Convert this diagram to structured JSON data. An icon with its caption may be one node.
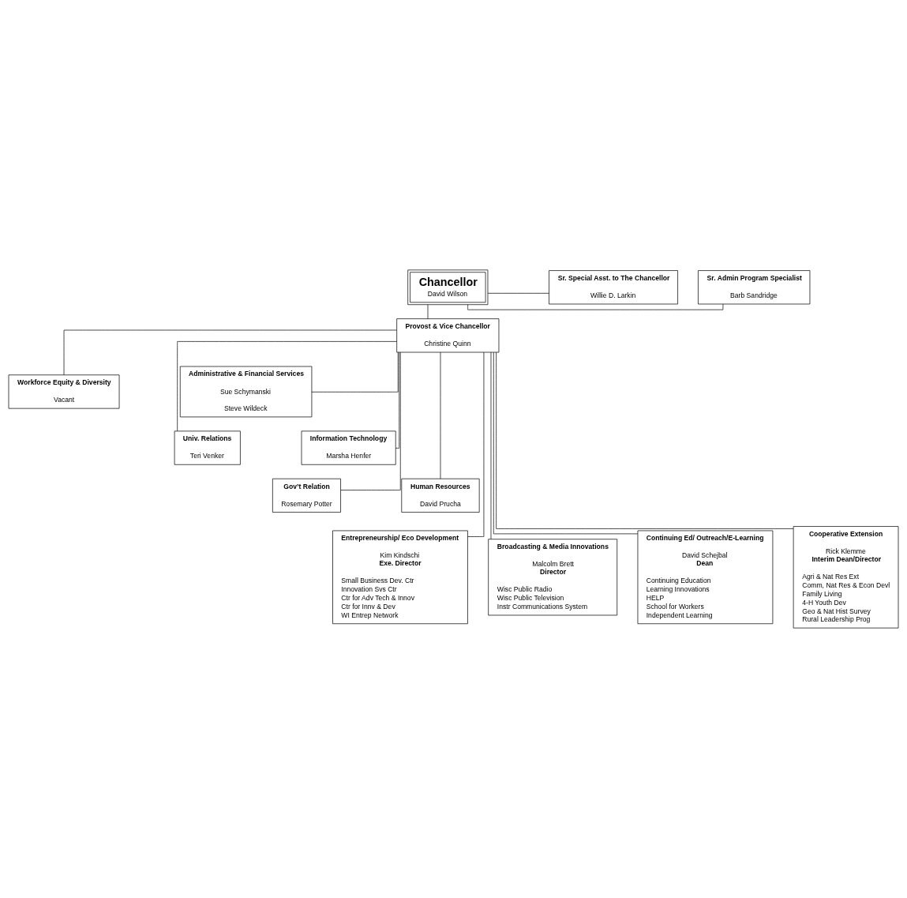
{
  "diagram": {
    "nodes": [
      {
        "text": [
          "Chancellor",
          "David Wilson"
        ]
      },
      {
        "text": [
          "Sr. Admin Program Specialist",
          "Barb Sandridge"
        ]
      },
      {
        "text": [
          "Sr. Special Asst. to The Chancellor",
          "Willie D. Larkin"
        ]
      },
      {
        "text": [
          "Provost & Vice Chancellor",
          "Christine Quinn"
        ]
      },
      {
        "text": [
          "Workforce Equity & Diversity",
          "Vacant"
        ]
      },
      {
        "text": [
          "Administrative & Financial Services",
          "Sue Schymanski",
          "Steve Wildeck"
        ]
      },
      {
        "text": [
          "Univ. Relations",
          "Teri Venker"
        ]
      },
      {
        "text": [
          "Information Technology",
          "Marsha Henfer"
        ]
      },
      {
        "text": [
          "Gov’t Relation",
          "Rosemary Potter"
        ]
      },
      {
        "text": [
          "Human Resources",
          "David Prucha"
        ]
      },
      {
        "text": [
          "Entrepreneurship/ Eco Development",
          "Kim Kindschi",
          "Exe. Director",
          "Small Business Dev. Ctr",
          "Innovation Svs Ctr",
          "Ctr for Adv Tech & Innov",
          "Ctr for Innv & Dev",
          "WI Entrep Network"
        ]
      },
      {
        "text": [
          "Broadcasting & Media Innovations",
          "Malcolm Brett",
          "Director",
          "Wisc Public Radio",
          "Wisc Public Television",
          "Instr Communications System"
        ]
      },
      {
        "text": [
          "Continuing Ed/ Outreach/E-Learning",
          "David Schejbal",
          "Dean",
          "Continuing Education",
          "Learning Innovations",
          "HELP",
          "School for Workers",
          "Independent Learning"
        ]
      },
      {
        "text": [
          "Cooperative Extension",
          "Rick Klemme",
          "Interim Dean/Director",
          "Agri & Nat Res Ext",
          "Comm, Nat Res & Econ Devl",
          "Family Living",
          "4-H Youth Dev",
          "Geo & Nat Hist Survey",
          "Rural Leadership Prog"
        ]
      }
    ],
    "edges": [
      {
        "from": 0,
        "to": 1,
        "arrow": "none"
      },
      {
        "from": 0,
        "to": 2,
        "arrow": "none"
      },
      {
        "from": 0,
        "to": 3,
        "arrow": "none"
      },
      {
        "from": 3,
        "to": 4,
        "arrow": "none"
      },
      {
        "from": 3,
        "to": 5,
        "arrow": "none"
      },
      {
        "from": 3,
        "to": 6,
        "arrow": "none"
      },
      {
        "from": 3,
        "to": 7,
        "arrow": "none"
      },
      {
        "from": 3,
        "to": 8,
        "arrow": "none"
      },
      {
        "from": 3,
        "to": 9,
        "arrow": "none"
      },
      {
        "from": 3,
        "to": 10,
        "arrow": "none"
      },
      {
        "from": 3,
        "to": 11,
        "arrow": "none"
      },
      {
        "from": 3,
        "to": 12,
        "arrow": "none"
      },
      {
        "from": 3,
        "to": 13,
        "arrow": "none"
      }
    ]
  }
}
